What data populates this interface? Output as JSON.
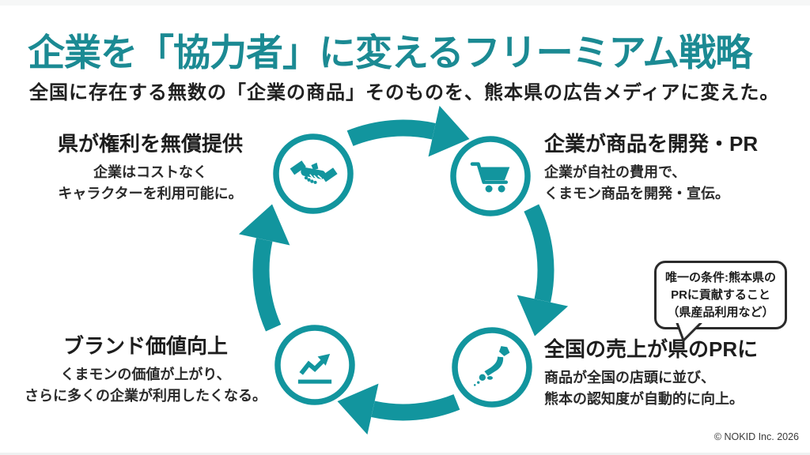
{
  "colors": {
    "accent": "#12959E",
    "title": "#1B8A93",
    "heading": "#1D1D1D",
    "body": "#2A2A2A",
    "bubbleBorder": "#2B2B2B",
    "background": "#FFFFFF"
  },
  "header": {
    "title": "企業を「協力者」に変えるフリーミアム戦略",
    "subtitle": "全国に存在する無数の「企業の商品」そのものを、熊本県の広告メディアに変えた。"
  },
  "cycle": {
    "nodes": [
      {
        "id": "rights-free",
        "icon": "handshake-icon",
        "title": "県が権利を無償提供",
        "desc1": "企業はコストなく",
        "desc2": "キャラクターを利用可能に。"
      },
      {
        "id": "develop-pr",
        "icon": "cart-icon",
        "title": "企業が商品を開発・PR",
        "desc1": "企業が自社の費用で、",
        "desc2": "くまモン商品を開発・宣伝。"
      },
      {
        "id": "national-sales",
        "icon": "japan-map-icon",
        "title": "全国の売上が県のPRに",
        "desc1": "商品が全国の店頭に並び、",
        "desc2": "熊本の認知度が自動的に向上。"
      },
      {
        "id": "brand-value",
        "icon": "trend-up-icon",
        "title": "ブランド価値向上",
        "desc1": "くまモンの価値が上がり、",
        "desc2": "さらに多くの企業が利用したくなる。"
      }
    ]
  },
  "callout": {
    "line1": "唯一の条件:熊本県の",
    "line2": "PRに貢献すること",
    "line3": "（県産品利用など）"
  },
  "footer": {
    "copyright": "© NOKID Inc. 2026"
  }
}
